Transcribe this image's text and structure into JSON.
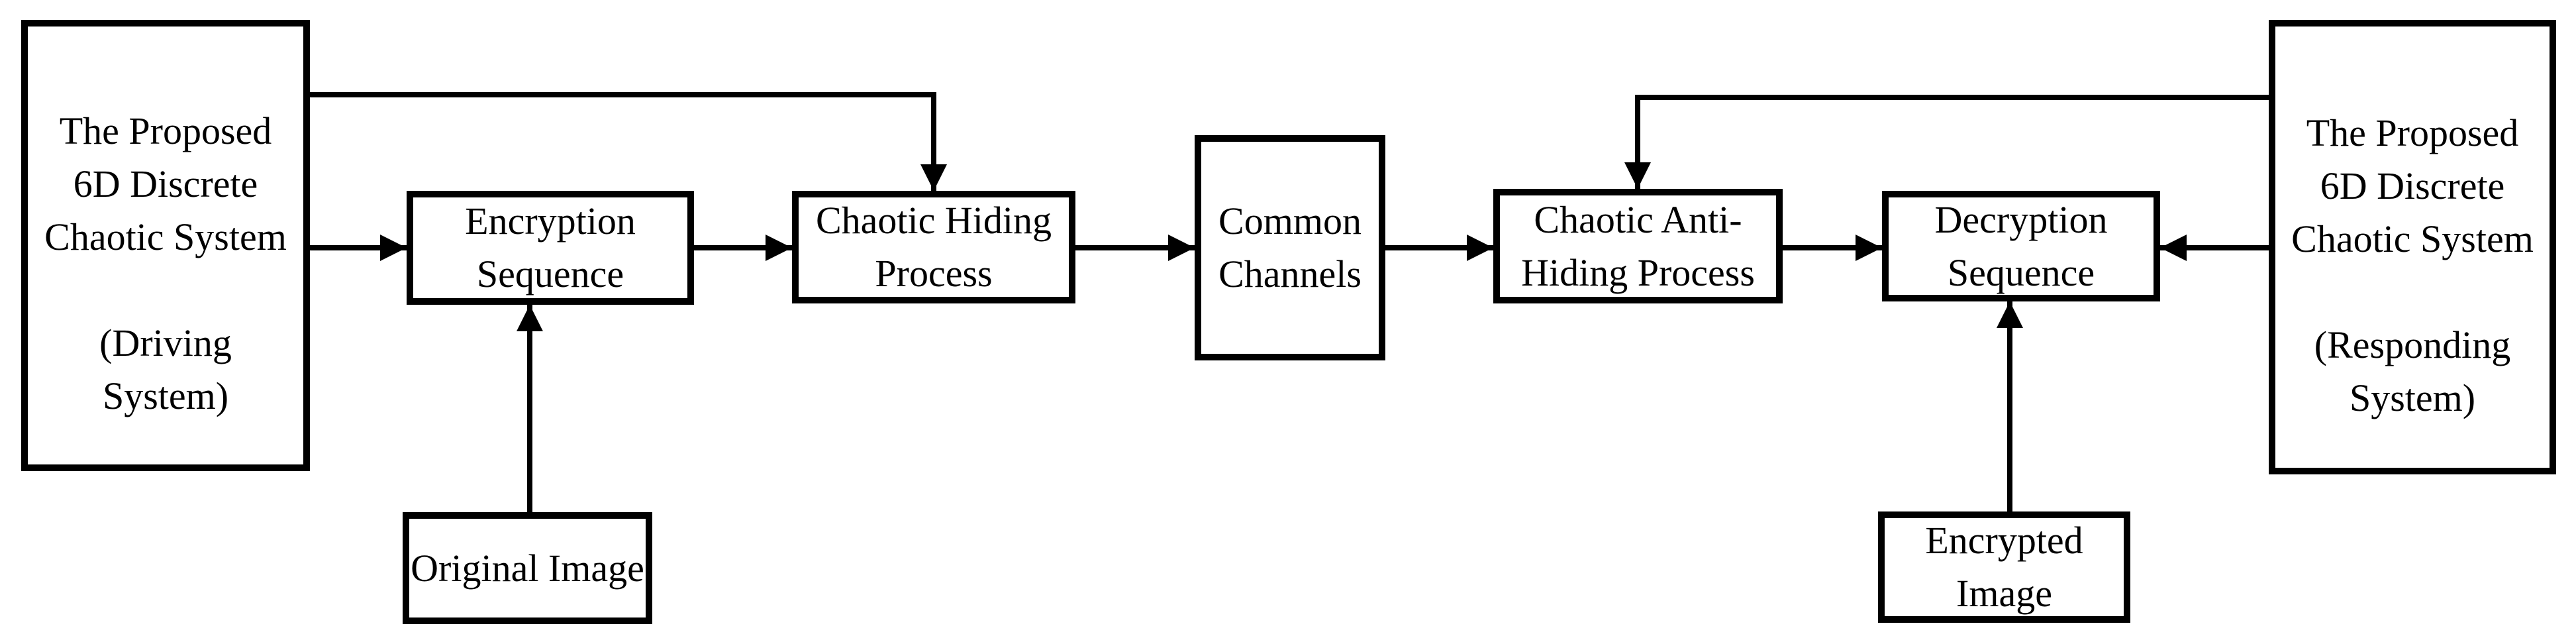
{
  "diagram": {
    "background_color": "#ffffff",
    "stroke_color": "#000000",
    "nodes": [
      {
        "id": "driving-system",
        "lines": [
          "The Proposed",
          "6D Discrete",
          "Chaotic System",
          "",
          "(Driving",
          "System)"
        ]
      },
      {
        "id": "encryption-sequence",
        "lines": [
          "Encryption",
          "Sequence"
        ]
      },
      {
        "id": "chaotic-hiding-process",
        "lines": [
          "Chaotic Hiding",
          "Process"
        ]
      },
      {
        "id": "common-channels",
        "lines": [
          "Common",
          "Channels"
        ]
      },
      {
        "id": "chaotic-anti-hiding-process",
        "lines": [
          "Chaotic Anti-",
          "Hiding Process"
        ]
      },
      {
        "id": "decryption-sequence",
        "lines": [
          "Decryption",
          "Sequence"
        ]
      },
      {
        "id": "responding-system",
        "lines": [
          "The Proposed",
          "6D Discrete",
          "Chaotic System",
          "",
          "(Responding",
          "System)"
        ]
      },
      {
        "id": "original-image",
        "lines": [
          "Original Image"
        ]
      },
      {
        "id": "encrypted-image",
        "lines": [
          "Encrypted",
          "Image"
        ]
      }
    ],
    "edges": [
      {
        "from": "driving-system",
        "to": "encryption-sequence"
      },
      {
        "from": "driving-system",
        "to": "chaotic-hiding-process"
      },
      {
        "from": "encryption-sequence",
        "to": "chaotic-hiding-process"
      },
      {
        "from": "chaotic-hiding-process",
        "to": "common-channels"
      },
      {
        "from": "common-channels",
        "to": "chaotic-anti-hiding-process"
      },
      {
        "from": "responding-system",
        "to": "chaotic-anti-hiding-process"
      },
      {
        "from": "chaotic-anti-hiding-process",
        "to": "decryption-sequence"
      },
      {
        "from": "responding-system",
        "to": "decryption-sequence"
      },
      {
        "from": "original-image",
        "to": "encryption-sequence"
      },
      {
        "from": "encrypted-image",
        "to": "decryption-sequence"
      }
    ]
  }
}
